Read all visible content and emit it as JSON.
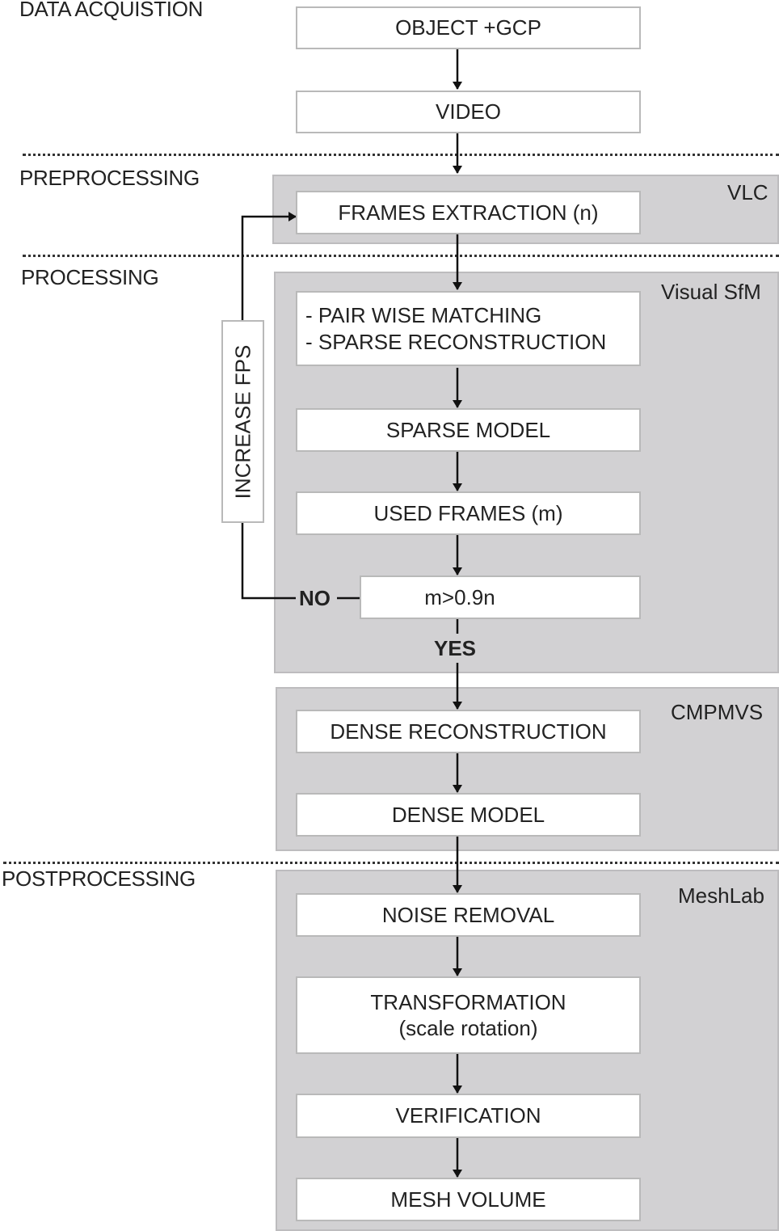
{
  "stages": {
    "data_acquisition": "DATA ACQUISTION",
    "preprocessing": "PREPROCESSING",
    "processing": "PROCESSING",
    "postprocessing": "POSTPROCESSING"
  },
  "tools": {
    "vlc": "VLC",
    "visual_sfm": "Visual SfM",
    "cmpmvs": "CMPMVS",
    "meshlab": "MeshLab"
  },
  "nodes": {
    "object_gcp": "OBJECT +GCP",
    "video": "VIDEO",
    "frames_extraction": "FRAMES EXTRACTION (n)",
    "matching_line1": "- PAIR WISE MATCHING",
    "matching_line2": "- SPARSE RECONSTRUCTION",
    "sparse_model": "SPARSE MODEL",
    "used_frames": "USED FRAMES (m)",
    "decision": "m>0.9n",
    "dense_reconstruction": "DENSE RECONSTRUCTION",
    "dense_model": "DENSE MODEL",
    "noise_removal": "NOISE REMOVAL",
    "transformation_line1": "TRANSFORMATION",
    "transformation_line2": "(scale rotation)",
    "verification": "VERIFICATION",
    "mesh_volume": "MESH VOLUME"
  },
  "loop": {
    "label": "INCREASE FPS",
    "no": "NO",
    "yes": "YES"
  }
}
